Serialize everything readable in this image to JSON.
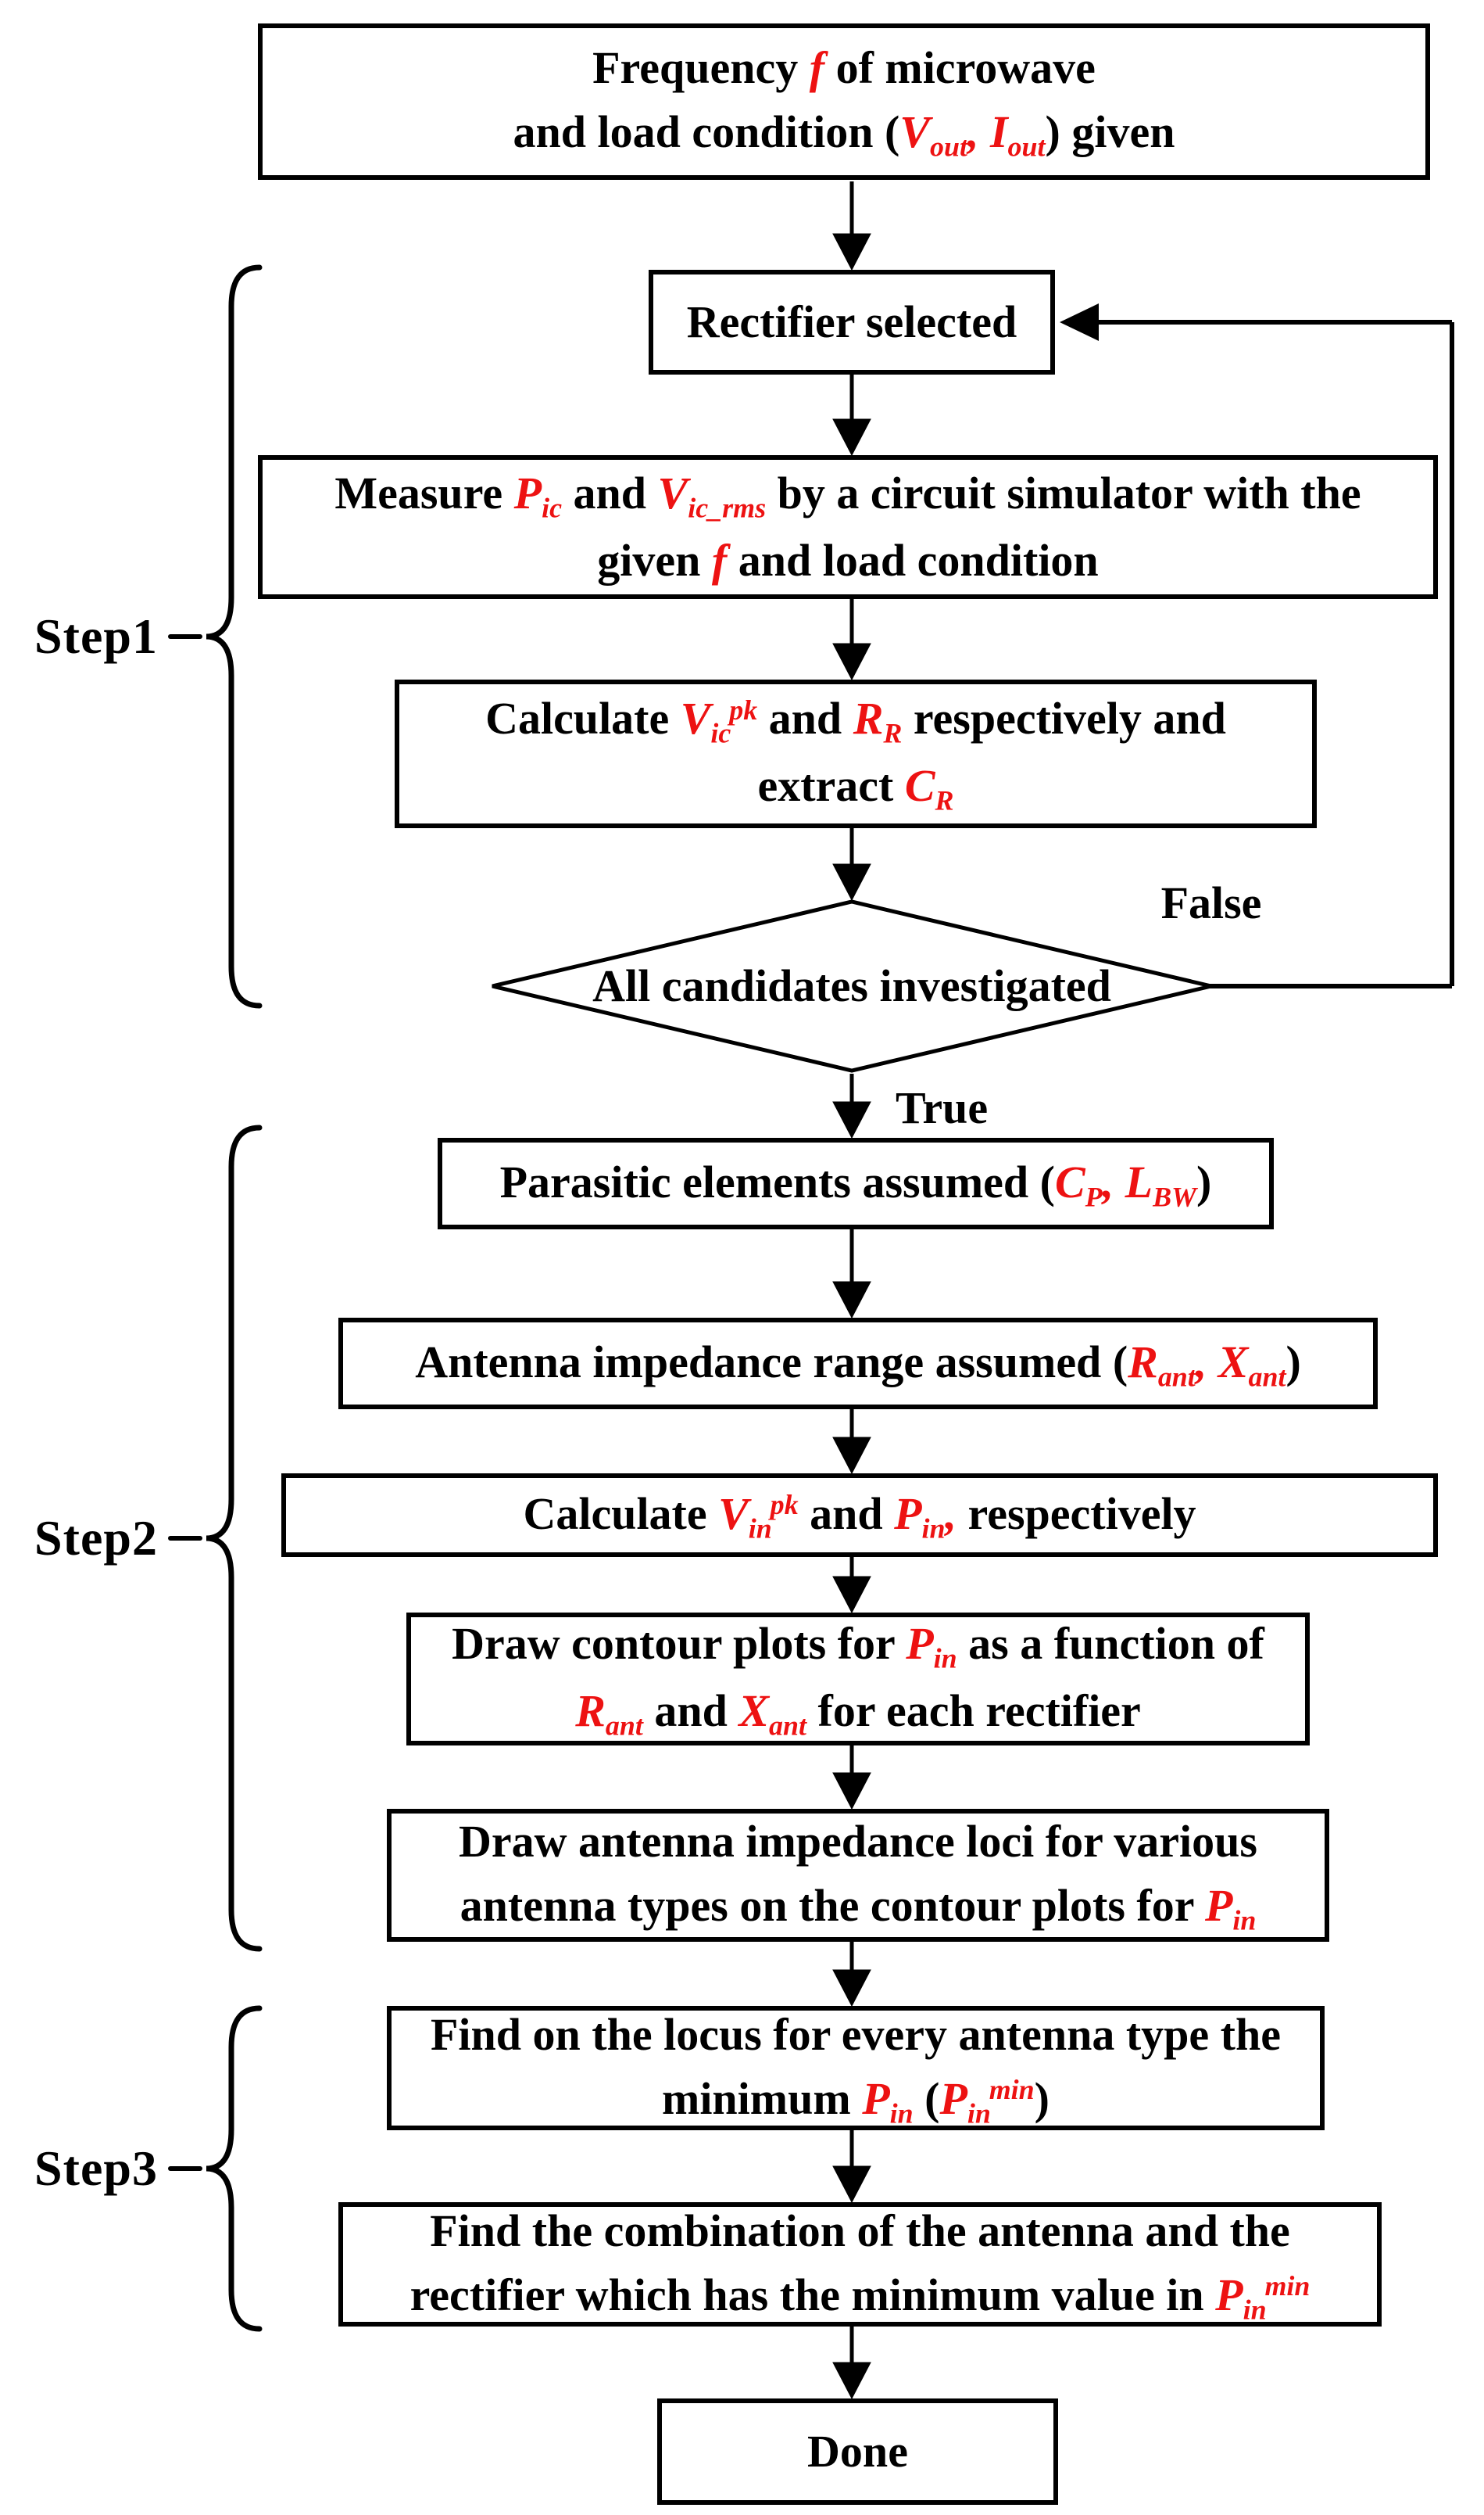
{
  "colors": {
    "accent_red": "#ed1212",
    "line_black": "#000000",
    "background": "#ffffff"
  },
  "labels": {
    "step1": "Step1",
    "step2": "Step2",
    "step3": "Step3",
    "branch_false": "False",
    "branch_true": "True"
  },
  "nodes": {
    "given": {
      "lines": [
        [
          {
            "t": "Frequency ",
            "c": "k"
          },
          {
            "t": "f",
            "c": "r"
          },
          {
            "t": " of microwave",
            "c": "k"
          }
        ],
        [
          {
            "t": "and load condition (",
            "c": "k"
          },
          {
            "t": "V",
            "c": "r"
          },
          {
            "t": "out",
            "c": "rs"
          },
          {
            "t": ",",
            "c": "r"
          },
          {
            "t": " ",
            "c": "k"
          },
          {
            "t": "I",
            "c": "r"
          },
          {
            "t": "out",
            "c": "rs"
          },
          {
            "t": ") given",
            "c": "k"
          }
        ]
      ]
    },
    "rectifier": {
      "lines": [
        [
          {
            "t": "Rectifier selected",
            "c": "k"
          }
        ]
      ]
    },
    "measure": {
      "lines": [
        [
          {
            "t": "Measure ",
            "c": "k"
          },
          {
            "t": "P",
            "c": "r"
          },
          {
            "t": "ic",
            "c": "rs"
          },
          {
            "t": " and ",
            "c": "k"
          },
          {
            "t": "V",
            "c": "r"
          },
          {
            "t": "ic_rms",
            "c": "rs"
          },
          {
            "t": " by a circuit simulator with the",
            "c": "k"
          }
        ],
        [
          {
            "t": "given ",
            "c": "k"
          },
          {
            "t": "f",
            "c": "r"
          },
          {
            "t": " and load condition",
            "c": "k"
          }
        ]
      ]
    },
    "calc_ic": {
      "lines": [
        [
          {
            "t": "Calculate ",
            "c": "k"
          },
          {
            "t": "V",
            "c": "r"
          },
          {
            "t": "ic",
            "c": "rs"
          },
          {
            "t": "pk",
            "c": "rp"
          },
          {
            "t": " and ",
            "c": "k"
          },
          {
            "t": "R",
            "c": "r"
          },
          {
            "t": "R",
            "c": "rs"
          },
          {
            "t": " respectively and",
            "c": "k"
          }
        ],
        [
          {
            "t": "extract ",
            "c": "k"
          },
          {
            "t": "C",
            "c": "r"
          },
          {
            "t": "R",
            "c": "rs"
          }
        ]
      ]
    },
    "diamond": {
      "lines": [
        [
          {
            "t": "All candidates investigated",
            "c": "k"
          }
        ]
      ]
    },
    "parasitic": {
      "lines": [
        [
          {
            "t": "Parasitic elements assumed (",
            "c": "k"
          },
          {
            "t": "C",
            "c": "r"
          },
          {
            "t": "P",
            "c": "rs"
          },
          {
            "t": ",",
            "c": "r"
          },
          {
            "t": " ",
            "c": "k"
          },
          {
            "t": "L",
            "c": "r"
          },
          {
            "t": "BW",
            "c": "rs"
          },
          {
            "t": ")",
            "c": "k"
          }
        ]
      ]
    },
    "ant_range": {
      "lines": [
        [
          {
            "t": "Antenna impedance range assumed (",
            "c": "k"
          },
          {
            "t": "R",
            "c": "r"
          },
          {
            "t": "ant",
            "c": "rs"
          },
          {
            "t": ",",
            "c": "r"
          },
          {
            "t": " ",
            "c": "k"
          },
          {
            "t": "X",
            "c": "r"
          },
          {
            "t": "ant",
            "c": "rs"
          },
          {
            "t": ")",
            "c": "k"
          }
        ]
      ]
    },
    "calc_in": {
      "lines": [
        [
          {
            "t": "Calculate ",
            "c": "k"
          },
          {
            "t": "V",
            "c": "r"
          },
          {
            "t": "in",
            "c": "rs"
          },
          {
            "t": "pk",
            "c": "rp"
          },
          {
            "t": " and ",
            "c": "k"
          },
          {
            "t": "P",
            "c": "r"
          },
          {
            "t": "in",
            "c": "rs"
          },
          {
            "t": ",",
            "c": "r"
          },
          {
            "t": " respectively",
            "c": "k"
          }
        ]
      ]
    },
    "contour": {
      "lines": [
        [
          {
            "t": "Draw contour plots for ",
            "c": "k"
          },
          {
            "t": "P",
            "c": "r"
          },
          {
            "t": "in",
            "c": "rs"
          },
          {
            "t": " as a function of",
            "c": "k"
          }
        ],
        [
          {
            "t": "R",
            "c": "r"
          },
          {
            "t": "ant",
            "c": "rs"
          },
          {
            "t": " and ",
            "c": "k"
          },
          {
            "t": "X",
            "c": "r"
          },
          {
            "t": "ant",
            "c": "rs"
          },
          {
            "t": " for each rectifier",
            "c": "k"
          }
        ]
      ]
    },
    "loci": {
      "lines": [
        [
          {
            "t": "Draw antenna impedance loci for various",
            "c": "k"
          }
        ],
        [
          {
            "t": "antenna types on the contour plots for ",
            "c": "k"
          },
          {
            "t": "P",
            "c": "r"
          },
          {
            "t": "in",
            "c": "rs"
          }
        ]
      ]
    },
    "find_locus": {
      "lines": [
        [
          {
            "t": "Find on the locus for every antenna type the",
            "c": "k"
          }
        ],
        [
          {
            "t": "minimum ",
            "c": "k"
          },
          {
            "t": "P",
            "c": "r"
          },
          {
            "t": "in",
            "c": "rs"
          },
          {
            "t": " (",
            "c": "k"
          },
          {
            "t": "P",
            "c": "r"
          },
          {
            "t": "in",
            "c": "rs"
          },
          {
            "t": "min",
            "c": "rp"
          },
          {
            "t": ")",
            "c": "k"
          }
        ]
      ]
    },
    "find_comb": {
      "lines": [
        [
          {
            "t": "Find the combination of the antenna and the",
            "c": "k"
          }
        ],
        [
          {
            "t": "rectifier which has the minimum value in ",
            "c": "k"
          },
          {
            "t": "P",
            "c": "r"
          },
          {
            "t": "in",
            "c": "rs"
          },
          {
            "t": "min",
            "c": "rp"
          }
        ]
      ]
    },
    "done": {
      "lines": [
        [
          {
            "t": "Done",
            "c": "k"
          }
        ]
      ]
    }
  }
}
